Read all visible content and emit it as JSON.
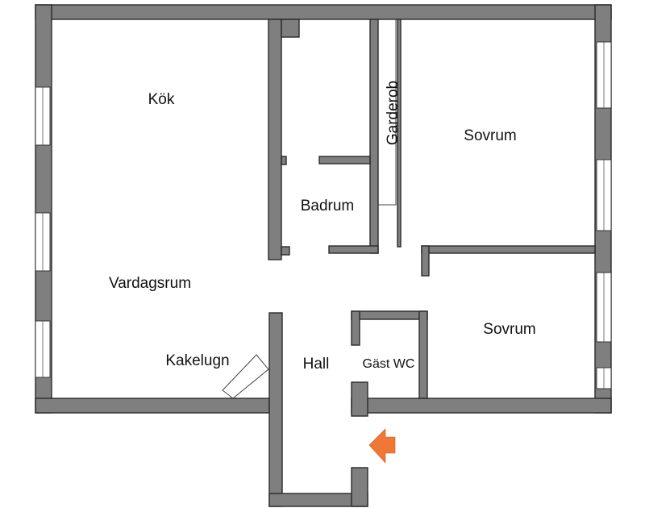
{
  "rooms": {
    "kok": "Kök",
    "vardagsrum": "Vardagsrum",
    "kakelugn": "Kakelugn",
    "badrum": "Badrum",
    "garderob": "Garderob",
    "sovrum_1": "Sovrum",
    "sovrum_2": "Sovrum",
    "hall": "Hall",
    "gast_wc": "Gäst WC"
  },
  "colors": {
    "wall": "#7f7f7f",
    "entrance_arrow": "#f07836"
  },
  "icons": {
    "entrance": "entrance-arrow-icon"
  }
}
